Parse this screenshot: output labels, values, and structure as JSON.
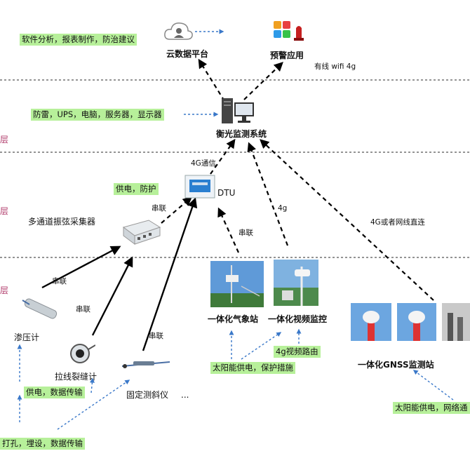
{
  "top": {
    "software_note": "软件分析，报表制作，防治建议",
    "cloud_label": "云数据平台",
    "warning_label": "预警应用",
    "wired_wifi": "有线 wifi 4g"
  },
  "system": {
    "hardware_note": "防雷，UPS，电脑，服务器，显示器",
    "label": "衡光监测系统"
  },
  "layers": {
    "layer_char": "层"
  },
  "network": {
    "comm_4g": "4G通信",
    "dtu": "DTU",
    "power_protect": "供电，防护",
    "serial_a": "串联",
    "collector": "多通道振弦采集器",
    "label_4g": "4g",
    "serial_b": "串联",
    "direct_4g": "4G或者网线直连"
  },
  "sensors": {
    "serial_c": "串联",
    "serial_d": "串联",
    "serial_e": "串联",
    "piezometer": "渗压计",
    "crack_meter": "拉线裂缝计",
    "inclinometer": "固定测斜仪",
    "ellipsis": "...",
    "weather_station": "一体化气象站",
    "video_monitor": "一体化视频监控",
    "gnss_station": "一体化GNSS监测站",
    "video_router": "4g视频路由",
    "solar_protect": "太阳能供电，保护措施",
    "power_data": "供电，数据传输",
    "drill_install": "打孔，埋设，数据传输",
    "solar_net": "太阳能供电，网络通"
  }
}
